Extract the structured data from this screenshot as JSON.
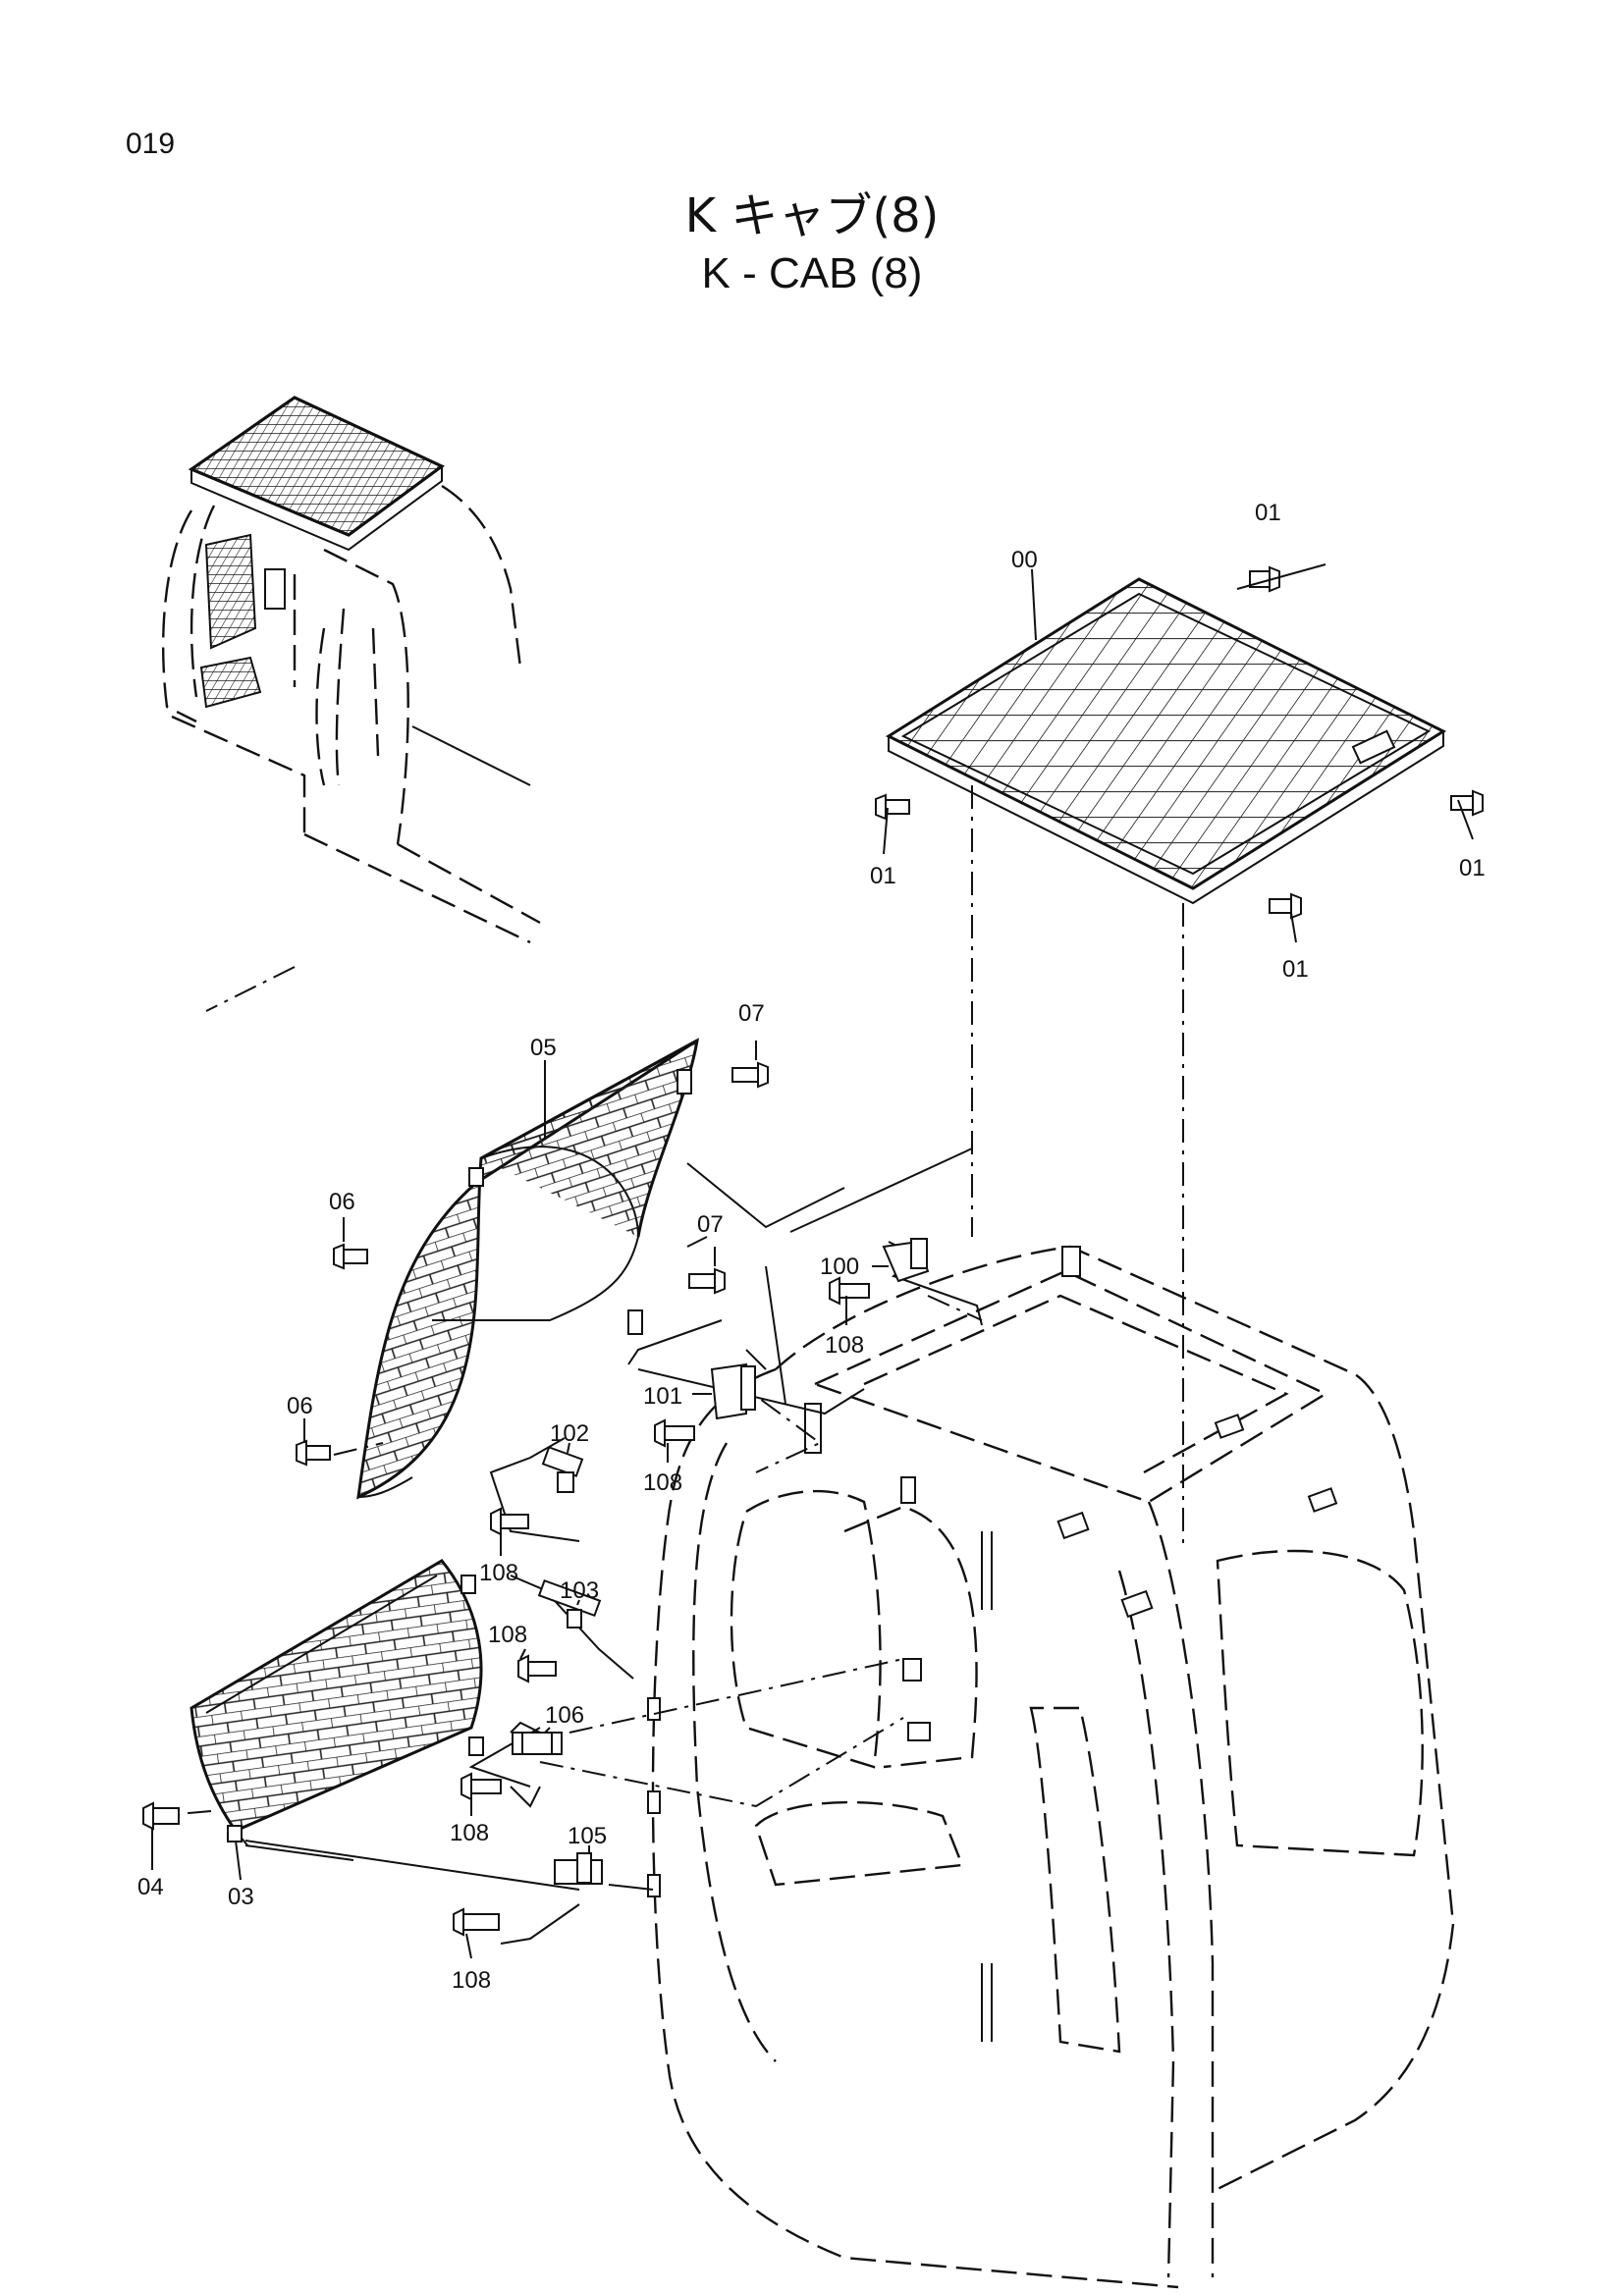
{
  "page_number": "019",
  "title_jp": "K キャブ(8)",
  "title_en": "K - CAB (8)",
  "callouts": [
    {
      "id": "c00",
      "label": "00"
    },
    {
      "id": "c01a",
      "label": "01"
    },
    {
      "id": "c01b",
      "label": "01"
    },
    {
      "id": "c01c",
      "label": "01"
    },
    {
      "id": "c01d",
      "label": "01"
    },
    {
      "id": "c05",
      "label": "05"
    },
    {
      "id": "c07a",
      "label": "07"
    },
    {
      "id": "c07b",
      "label": "07"
    },
    {
      "id": "c06a",
      "label": "06"
    },
    {
      "id": "c06b",
      "label": "06"
    },
    {
      "id": "c100",
      "label": "100"
    },
    {
      "id": "c108a",
      "label": "108"
    },
    {
      "id": "c101",
      "label": "101"
    },
    {
      "id": "c108b",
      "label": "108"
    },
    {
      "id": "c102",
      "label": "102"
    },
    {
      "id": "c108c",
      "label": "108"
    },
    {
      "id": "c103",
      "label": "103"
    },
    {
      "id": "c108d",
      "label": "108"
    },
    {
      "id": "c106",
      "label": "106"
    },
    {
      "id": "c108e",
      "label": "108"
    },
    {
      "id": "c04",
      "label": "04"
    },
    {
      "id": "c03",
      "label": "03"
    },
    {
      "id": "c105",
      "label": "105"
    },
    {
      "id": "c108f",
      "label": "108"
    }
  ]
}
